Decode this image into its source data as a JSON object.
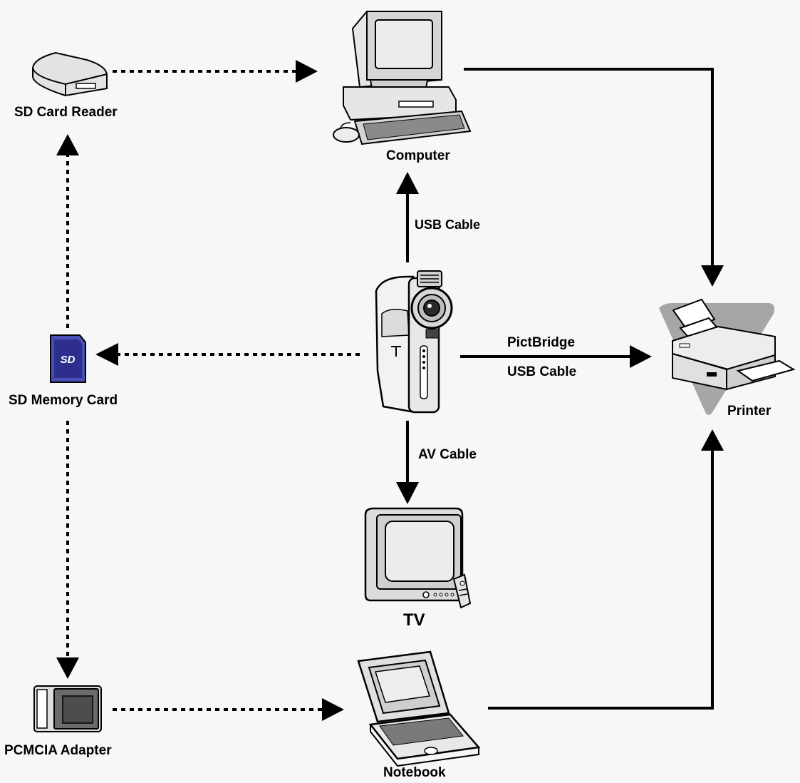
{
  "devices": {
    "sd_card_reader": "SD Card Reader",
    "computer": "Computer",
    "sd_memory_card": "SD Memory Card",
    "printer": "Printer",
    "tv": "TV",
    "pcmcia_adapter": "PCMCIA Adapter",
    "notebook": "Notebook",
    "camcorder": ""
  },
  "connections": {
    "usb_cable_computer": "USB Cable",
    "pictbridge": "PictBridge",
    "usb_cable_printer": "USB Cable",
    "av_cable": "AV Cable"
  },
  "card_logo": "SD",
  "icons": {
    "sd_card_reader": "card-reader-icon",
    "computer": "desktop-computer-icon",
    "camcorder": "camcorder-icon",
    "sd_memory_card": "sd-card-icon",
    "printer": "printer-icon",
    "tv": "tv-icon",
    "pcmcia_adapter": "pcmcia-adapter-icon",
    "notebook": "laptop-icon"
  }
}
